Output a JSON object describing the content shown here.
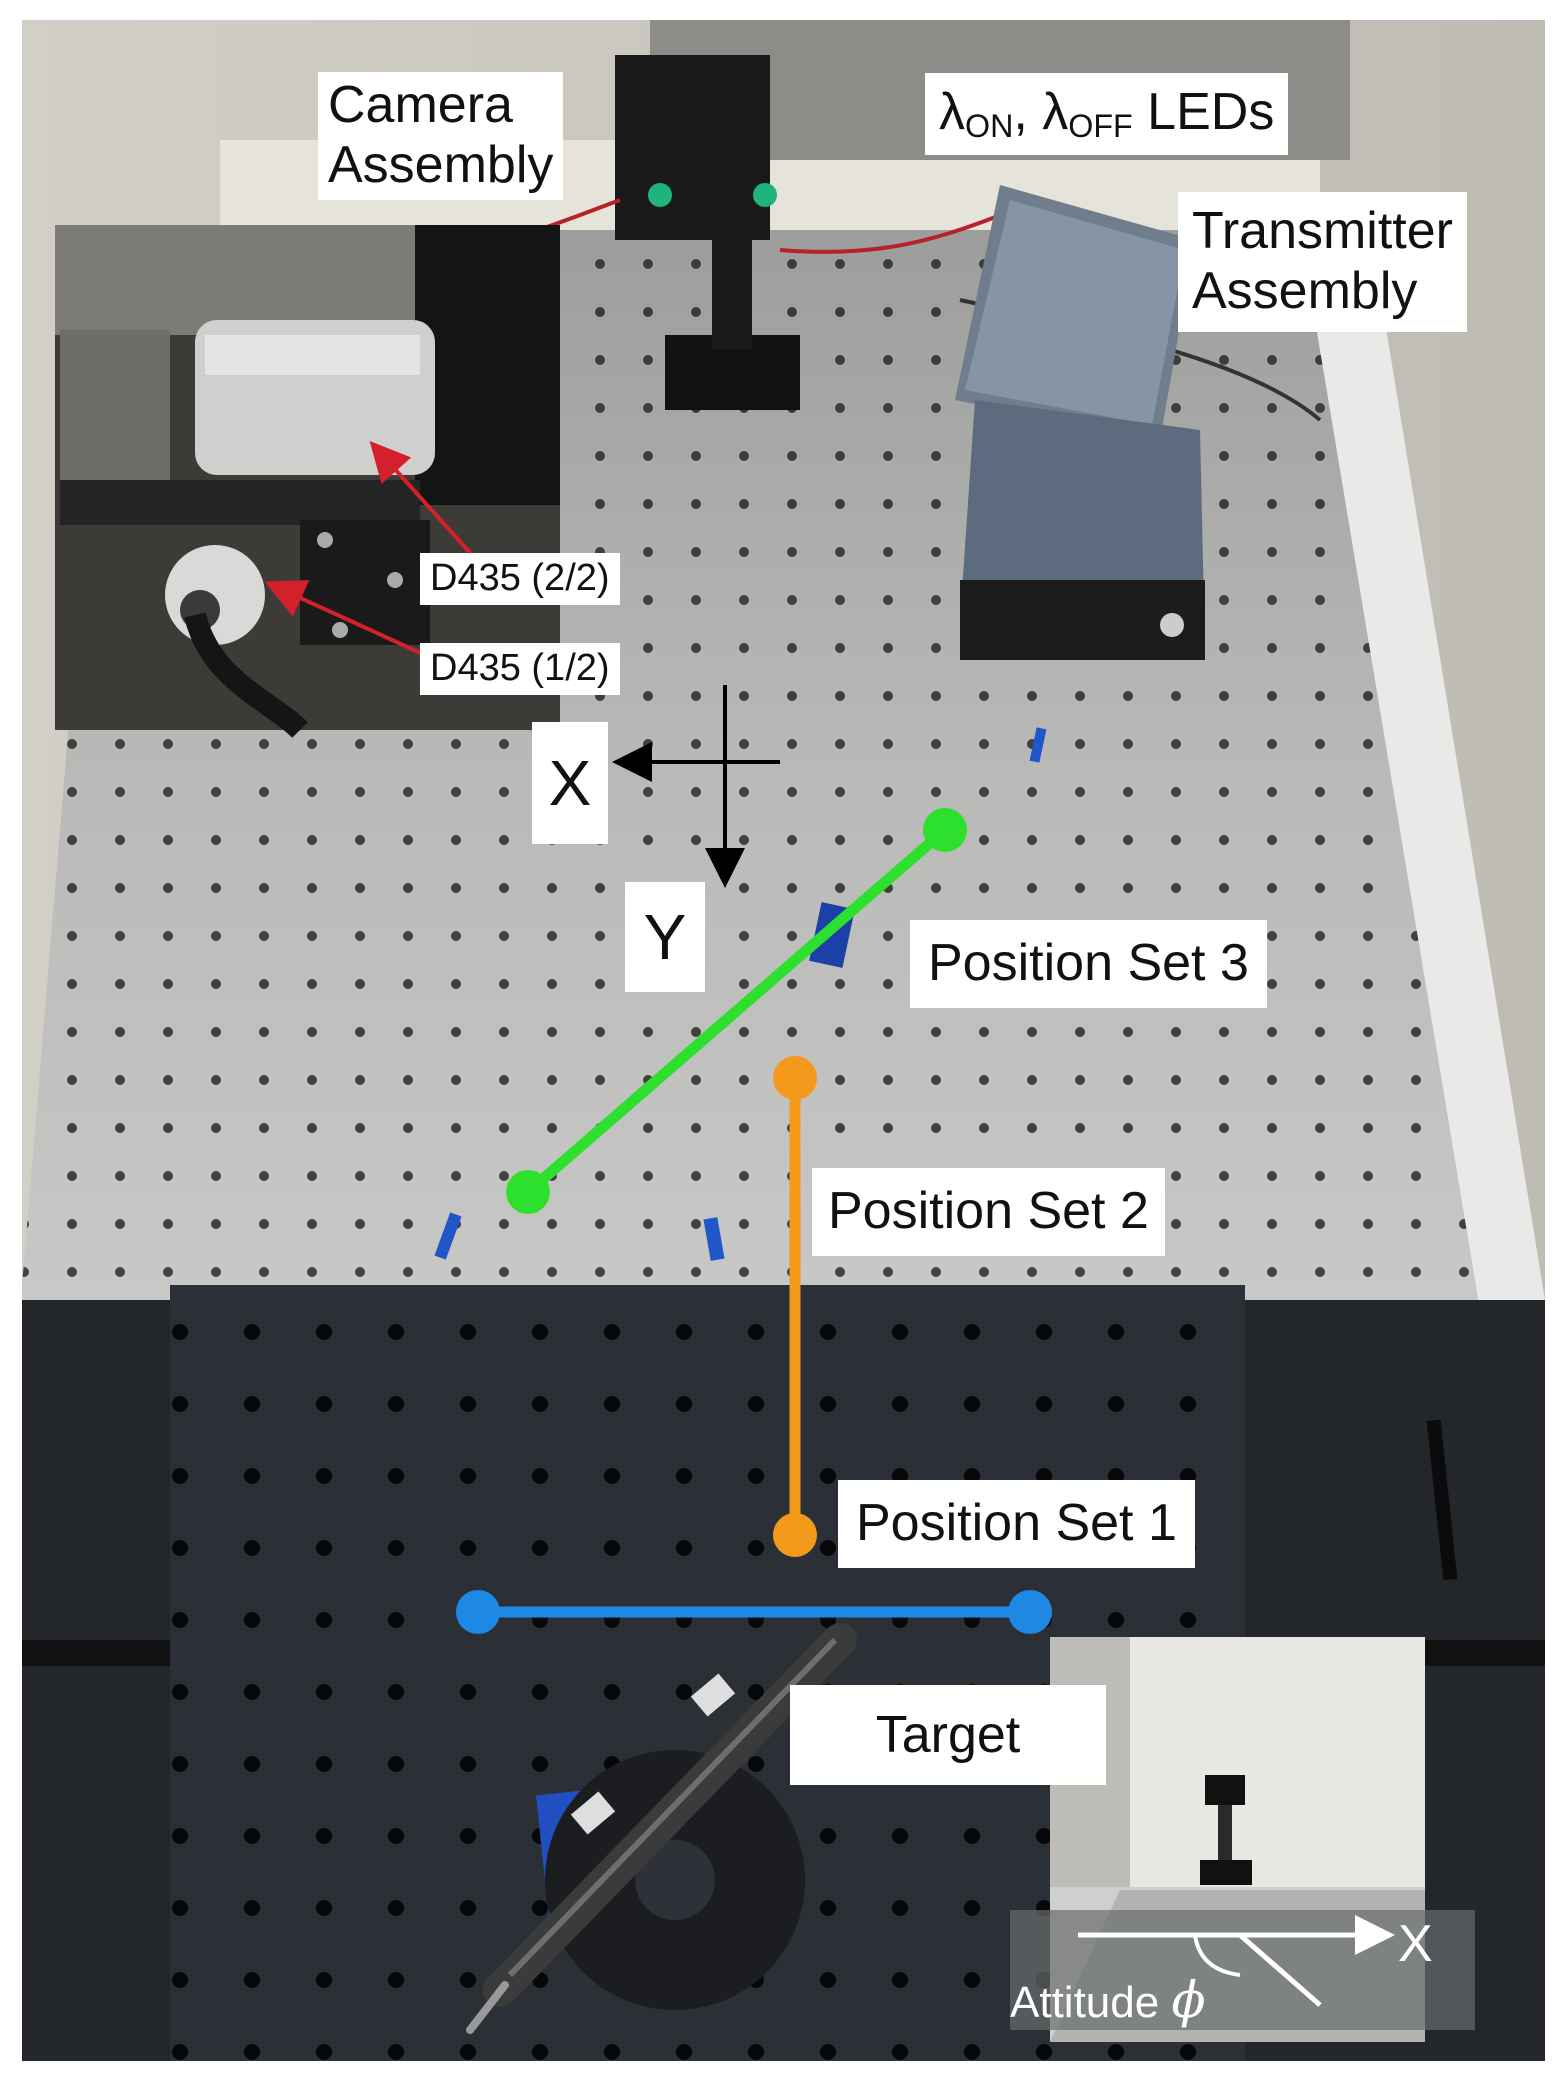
{
  "labels": {
    "camera_line1": "Camera",
    "camera_line2": "Assembly",
    "leds_lambda": "λ",
    "leds_on_sub": "ON",
    "leds_comma": ", λ",
    "leds_off_sub": "OFF",
    "leds_suffix": " LEDs",
    "transmitter_line1": "Transmitter",
    "transmitter_line2": "Assembly",
    "d435_2": "D435 (2/2)",
    "d435_1": "D435 (1/2)",
    "axis_x": "X",
    "axis_y": "Y",
    "position_set_3": "Position Set 3",
    "position_set_2": "Position Set 2",
    "position_set_1": "Position Set 1",
    "target": "Target",
    "inset_axis_x": "X",
    "attitude": "Attitude",
    "attitude_symbol": "ϕ"
  },
  "colors": {
    "position_set_3": "#2ee02e",
    "position_set_2": "#f39a1c",
    "position_set_1": "#1e88e5",
    "annotation_arrow": "#d3202a"
  }
}
